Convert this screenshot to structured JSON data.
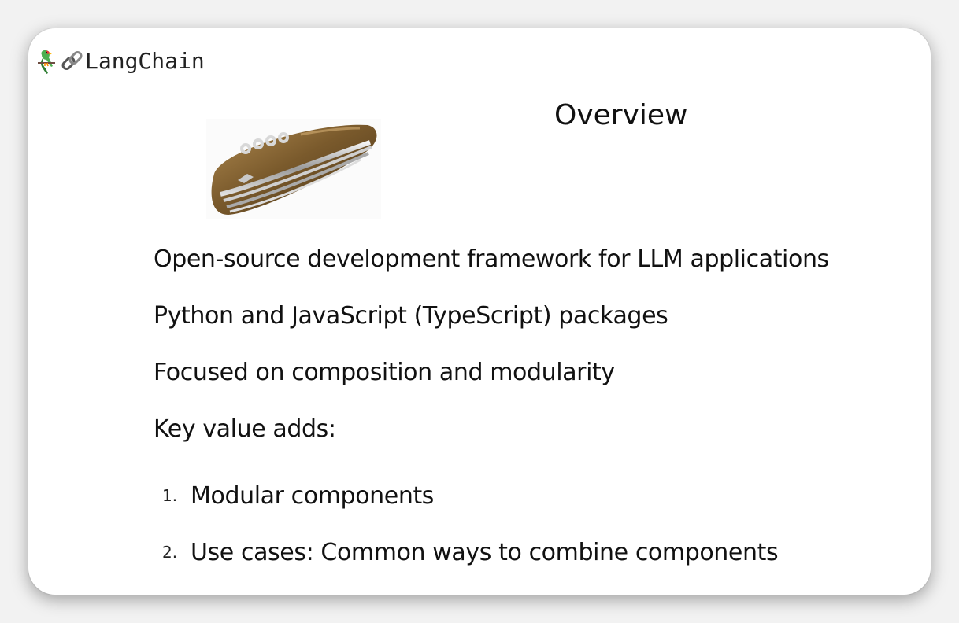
{
  "slide": {
    "logo": {
      "text": "LangChain",
      "icons": [
        "parrot-icon",
        "link-icon"
      ]
    },
    "title": "Overview",
    "image": "pocket-knife-illustration",
    "bullets": [
      "Open-source development framework for LLM applications",
      "Python and JavaScript (TypeScript) packages",
      "Focused on composition and modularity",
      "Key value adds:"
    ],
    "numbered": [
      {
        "marker": "1.",
        "text": "Modular components"
      },
      {
        "marker": "2.",
        "text": "Use cases: Common ways to combine components"
      }
    ]
  }
}
